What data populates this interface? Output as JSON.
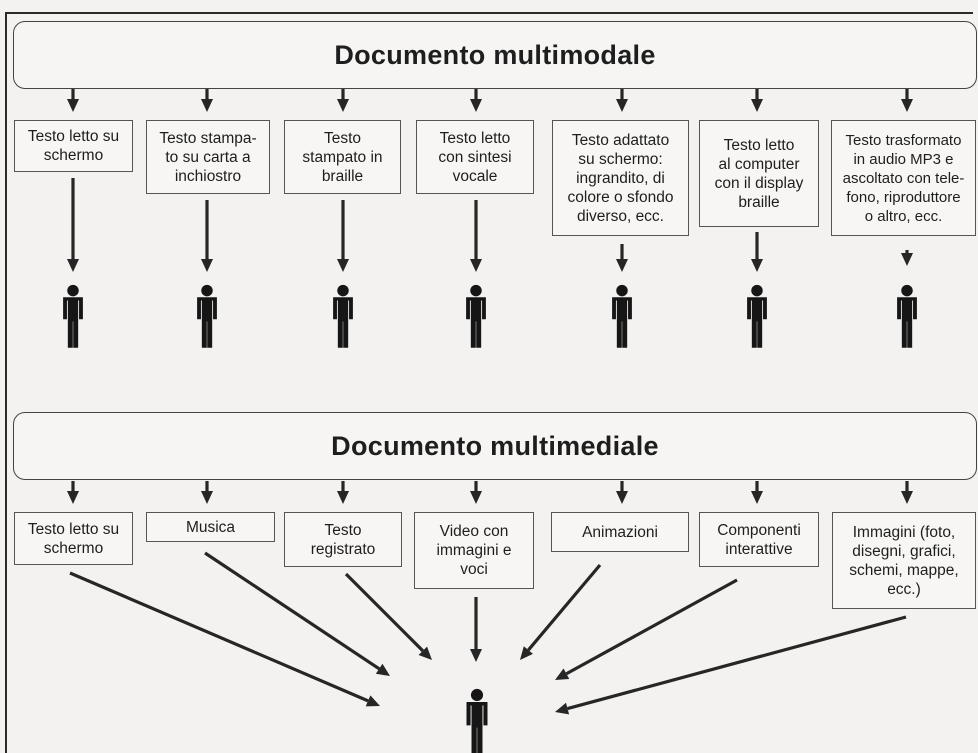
{
  "top": {
    "title": "Documento multimodale",
    "items": [
      {
        "label": "Testo letto su\nschermo"
      },
      {
        "label": "Testo stampa-\nto su carta a\ninchiostro"
      },
      {
        "label": "Testo\nstampato in\nbraille"
      },
      {
        "label": "Testo letto\ncon sintesi\nvocale"
      },
      {
        "label": "Testo adattato\nsu schermo:\ningrandito, di\ncolore o sfondo\ndiverso, ecc."
      },
      {
        "label": "Testo letto\nal computer\ncon il display\nbraille"
      },
      {
        "label": "Testo trasformato\nin audio MP3 e\nascoltato con tele-\nfono, riproduttore\no altro, ecc."
      }
    ]
  },
  "bottom": {
    "title": "Documento multimediale",
    "items": [
      {
        "label": "Testo letto su\nschermo"
      },
      {
        "label": "Musica"
      },
      {
        "label": "Testo\nregistrato"
      },
      {
        "label": "Video con\nimmagini e\nvoci"
      },
      {
        "label": "Animazioni"
      },
      {
        "label": "Componenti\ninterattive"
      },
      {
        "label": "Immagini (foto,\ndisegni, grafici,\nschemi, mappe,\necc.)"
      }
    ]
  }
}
